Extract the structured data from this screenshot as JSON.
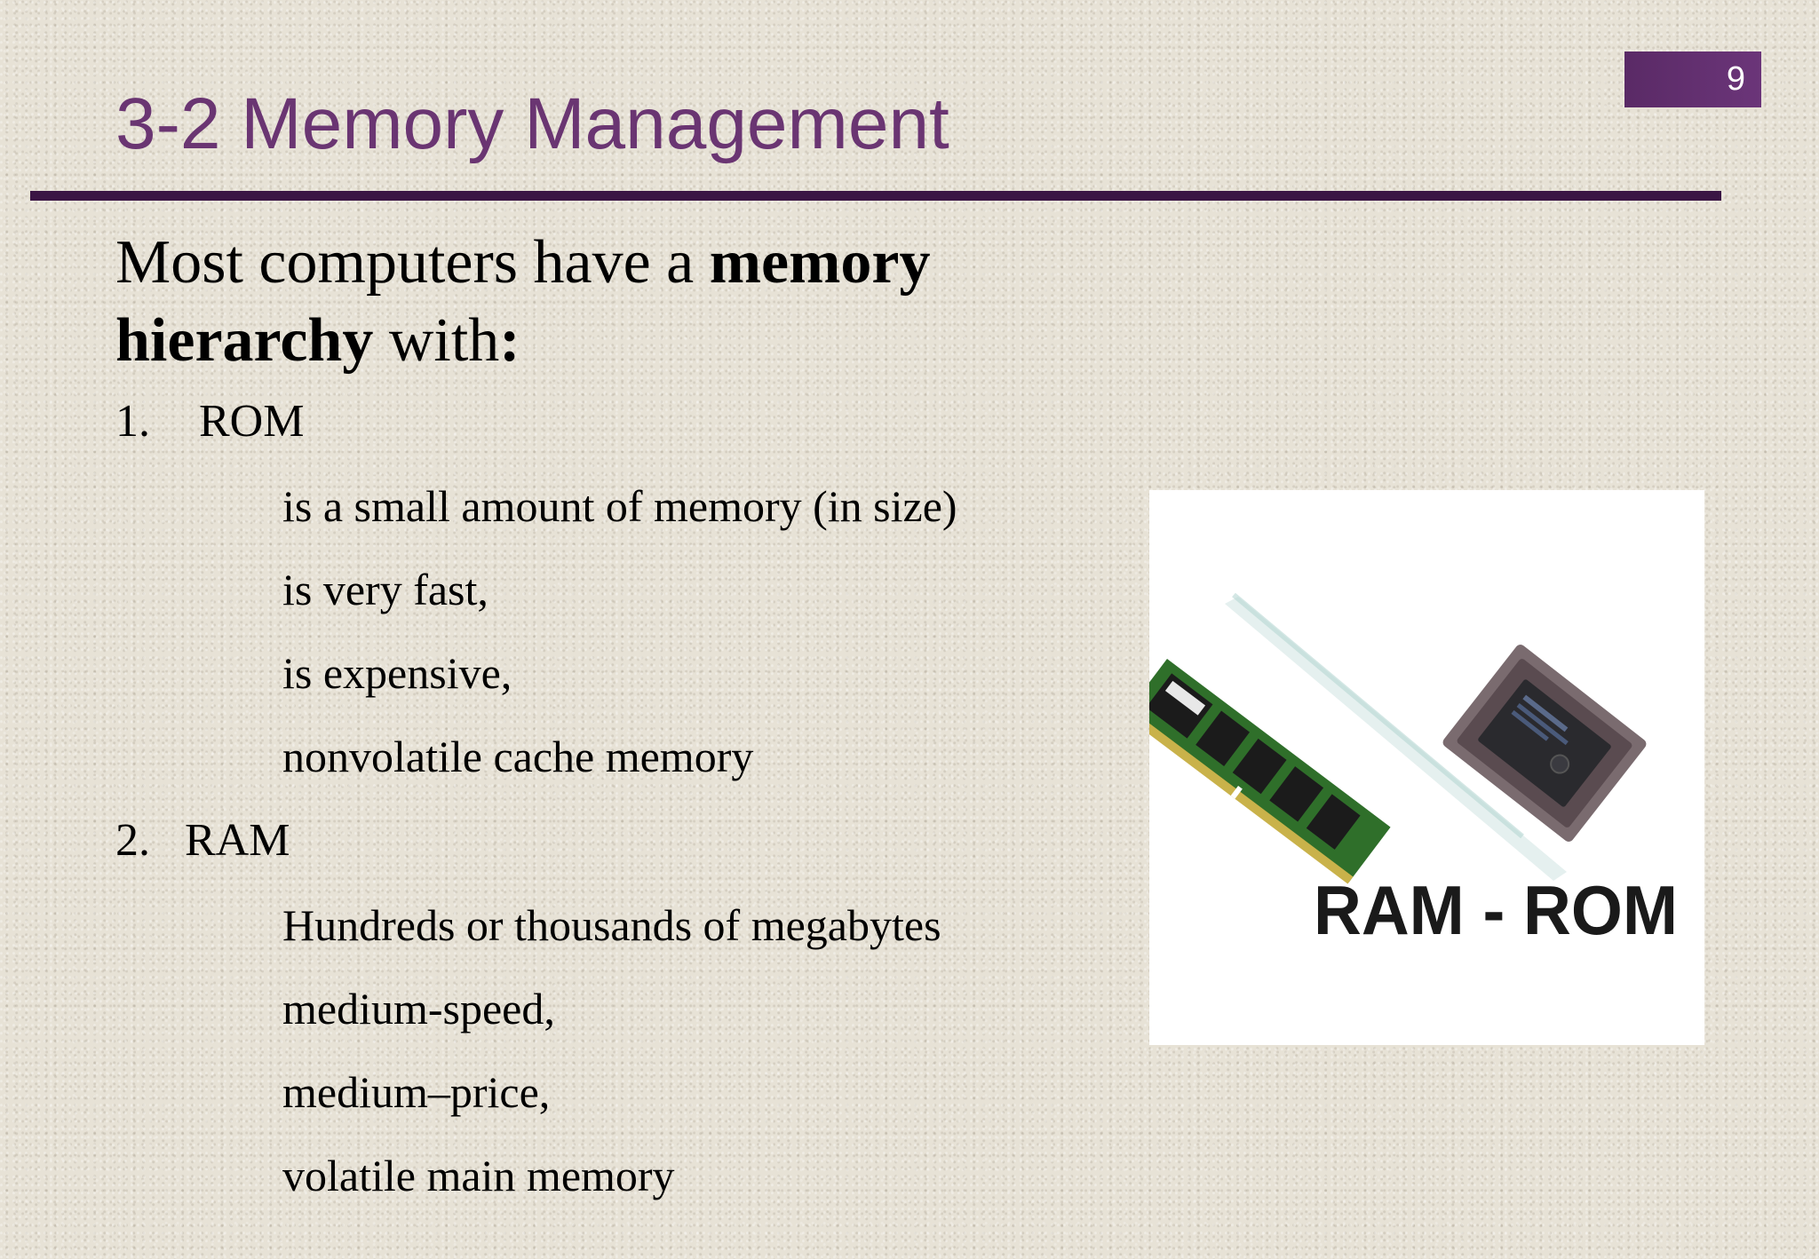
{
  "slide": {
    "number": "9"
  },
  "title": "3-2 Memory Management",
  "intro": {
    "text1": "Most computers have a ",
    "bold1": "memory",
    "bold2": "hierarchy",
    "text2": " with",
    "bold3": ":"
  },
  "items": [
    {
      "num": "1.",
      "label": "ROM",
      "subs": [
        "is a small amount of memory (in size)",
        "is very fast,",
        "is expensive,",
        "nonvolatile cache memory"
      ]
    },
    {
      "num": "2.",
      "label": "RAM",
      "subs": [
        "Hundreds or thousands of megabytes",
        "medium-speed,",
        "medium–price,",
        "volatile main memory"
      ]
    }
  ],
  "image": {
    "caption": "RAM - ROM",
    "icons": [
      "ram-module-icon",
      "rom-chip-icon"
    ]
  },
  "colors": {
    "title": "#6a3572",
    "rule": "#3a1544",
    "badge": "#5a2a66",
    "background": "#e7e2d6"
  }
}
